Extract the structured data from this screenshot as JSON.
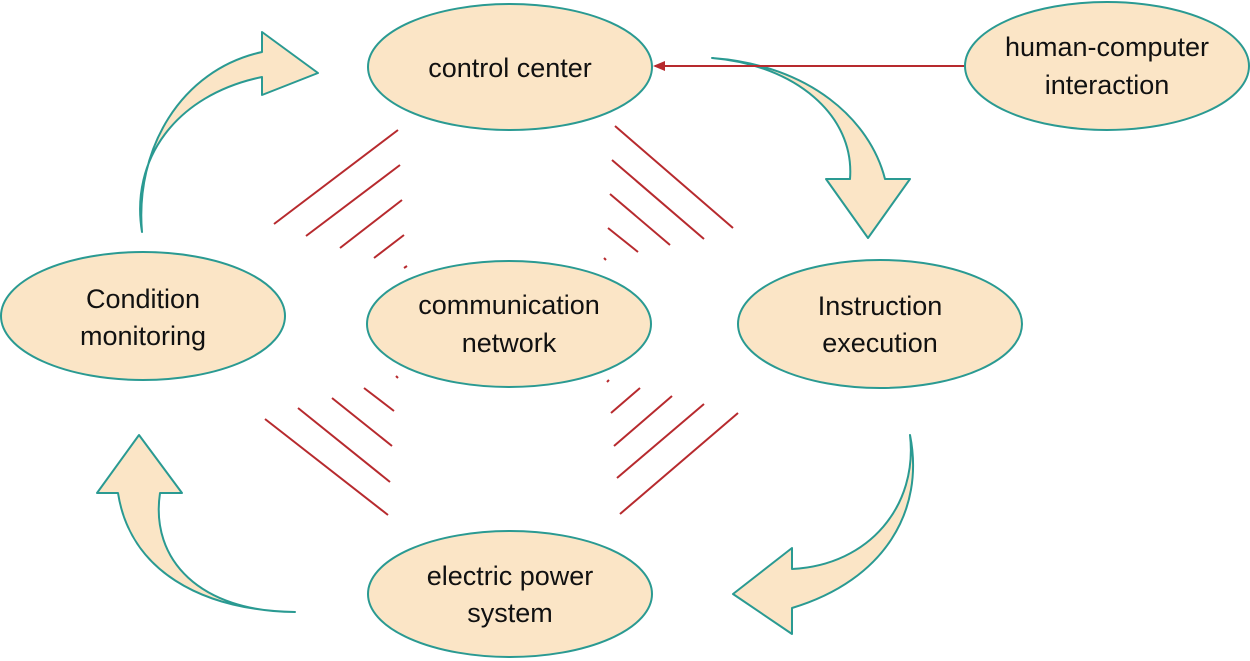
{
  "nodes": {
    "control_center": {
      "line1": "control center"
    },
    "human_computer": {
      "line1": "human-computer",
      "line2": "interaction"
    },
    "condition": {
      "line1": "Condition",
      "line2": "monitoring"
    },
    "network": {
      "line1": "communication",
      "line2": "network"
    },
    "instruction": {
      "line1": "Instruction",
      "line2": "execution"
    },
    "power": {
      "line1": "electric power",
      "line2": "system"
    }
  },
  "colors": {
    "node_fill": "#fbe5c6",
    "node_stroke": "#2a9a92",
    "arrow_fill": "#fbe5c6",
    "arrow_stroke": "#2a9a92",
    "link_line": "#b72a2e"
  },
  "icons": {
    "cycle_arrows": "curved-block-arrow-icon",
    "hci_link": "arrow-left-icon"
  }
}
